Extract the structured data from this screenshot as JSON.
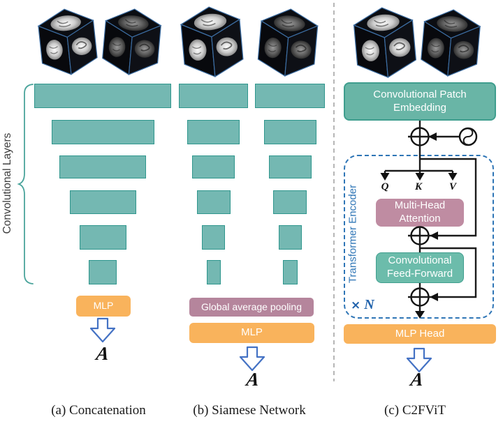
{
  "figure": {
    "captions": {
      "a": "(a) Concatenation",
      "b": "(b) Siamese Network",
      "c": "(c) C2FViT"
    },
    "panel_a": {
      "brace_label": "Convolutional Layers",
      "mlp_label": "MLP",
      "output_symbol": "A"
    },
    "panel_b": {
      "pooling_label": "Global average pooling",
      "mlp_label": "MLP",
      "output_symbol": "A"
    },
    "panel_c": {
      "patch_embedding_label": "Convolutional Patch Embedding",
      "encoder_label": "Transformer Encoder",
      "q_label": "Q",
      "k_label": "K",
      "v_label": "V",
      "attention_label": "Multi-Head Attention",
      "feed_forward_label": "Convolutional Feed-Forward",
      "repeat_times": "×",
      "repeat_n": "N",
      "mlp_head_label": "MLP Head",
      "output_symbol": "A",
      "add_symbol": "⊕",
      "positional_encoding_icon": "sine-circle"
    },
    "colors": {
      "conv_block": "#74b8b2",
      "conv_block_border": "#2f968d",
      "patch_embed_fill": "#69b5a6",
      "feed_forward_fill": "#6cbcab",
      "teal_border": "#3f9e8e",
      "attention_fill": "#bf8ca2",
      "pooling_fill": "#b5859c",
      "orange_fill": "#f9b35c",
      "encoder_blue": "#2e75b6",
      "arrow_blue": "#4472c4",
      "brace_teal": "#4aa49b"
    }
  }
}
